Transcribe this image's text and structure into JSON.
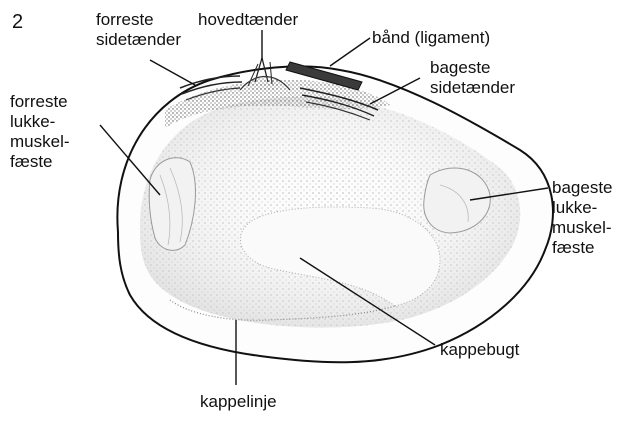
{
  "figure": {
    "number": "2"
  },
  "labels": {
    "forreste_sidetaender": [
      "forreste",
      "sidetænder"
    ],
    "hovedtaender": "hovedtænder",
    "baand": "bånd (ligament)",
    "bageste_sidetaender": [
      "bageste",
      "sidetænder"
    ],
    "forreste_lukkemuskel": [
      "forreste",
      "lukke-",
      "muskel-",
      "fæste"
    ],
    "bageste_lukkemuskel": [
      "bageste",
      "lukke-",
      "muskel-",
      "fæste"
    ],
    "kappebugt": "kappebugt",
    "kappelinje": "kappelinje"
  },
  "colors": {
    "ink": "#111111",
    "stipple": "#9a9a9a",
    "ligament": "#3a3a3a"
  }
}
